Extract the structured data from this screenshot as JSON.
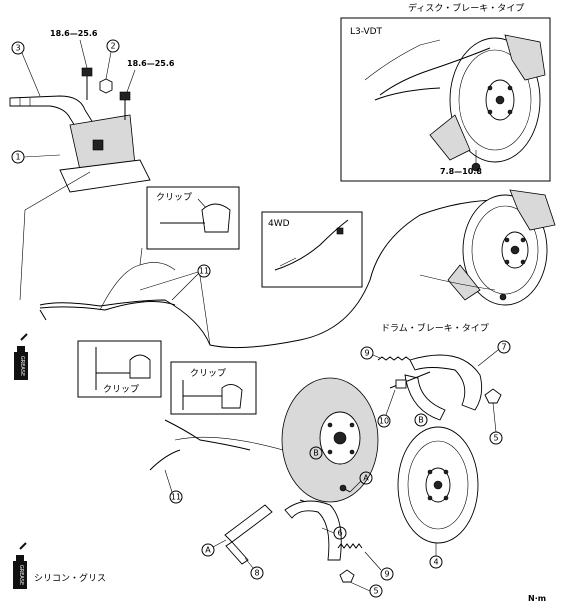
{
  "top_right_title": "ディスク・ブレーキ・タイプ",
  "inset_model": "L3-VDT",
  "inset_torque": "7.8—10.8",
  "torque_upper_left": "18.6—25.6",
  "torque_upper_right": "18.6—25.6",
  "clip_label_1": "クリップ",
  "clip_label_2": "クリップ",
  "clip_label_3": "クリップ",
  "four_wd_label": "4WD",
  "drum_title": "ドラム・ブレーキ・タイプ",
  "grease_bottom_label": "シリコン・グリス",
  "grease_icon_text": "GREASE",
  "unit_label": "N·m",
  "callouts": {
    "c1": "1",
    "c2": "2",
    "c3": "3",
    "c4": "4",
    "c5a": "5",
    "c5b": "5",
    "c6": "6",
    "c7": "7",
    "c8": "8",
    "c9a": "9",
    "c9b": "9",
    "c10": "10",
    "c11a": "11",
    "c11b": "11",
    "ca1": "A",
    "ca2": "A",
    "cb1": "B",
    "cb2": "B"
  }
}
